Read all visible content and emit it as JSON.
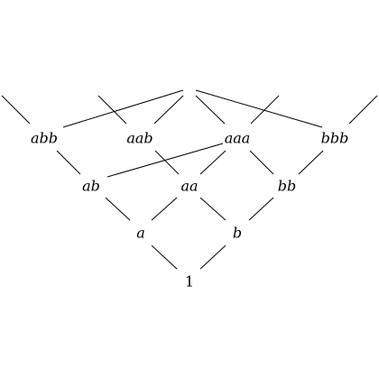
{
  "nodes": [
    {
      "id": "one",
      "label": "1"
    },
    {
      "id": "a",
      "label": "a"
    },
    {
      "id": "b",
      "label": "b"
    },
    {
      "id": "ab",
      "label": "ab"
    },
    {
      "id": "aa",
      "label": "aa"
    },
    {
      "id": "bb",
      "label": "bb"
    },
    {
      "id": "abb",
      "label": "abb"
    },
    {
      "id": "aab",
      "label": "aab"
    },
    {
      "id": "aaa",
      "label": "aaa"
    },
    {
      "id": "bbb",
      "label": "bbb"
    }
  ],
  "edges": [
    [
      "one",
      "a"
    ],
    [
      "one",
      "b"
    ],
    [
      "a",
      "ab"
    ],
    [
      "a",
      "aa"
    ],
    [
      "b",
      "aa"
    ],
    [
      "b",
      "bb"
    ],
    [
      "ab",
      "abb"
    ],
    [
      "ab",
      "aaa"
    ],
    [
      "aa",
      "aab"
    ],
    [
      "aa",
      "aaa"
    ],
    [
      "bb",
      "aaa"
    ],
    [
      "bb",
      "bbb"
    ]
  ]
}
